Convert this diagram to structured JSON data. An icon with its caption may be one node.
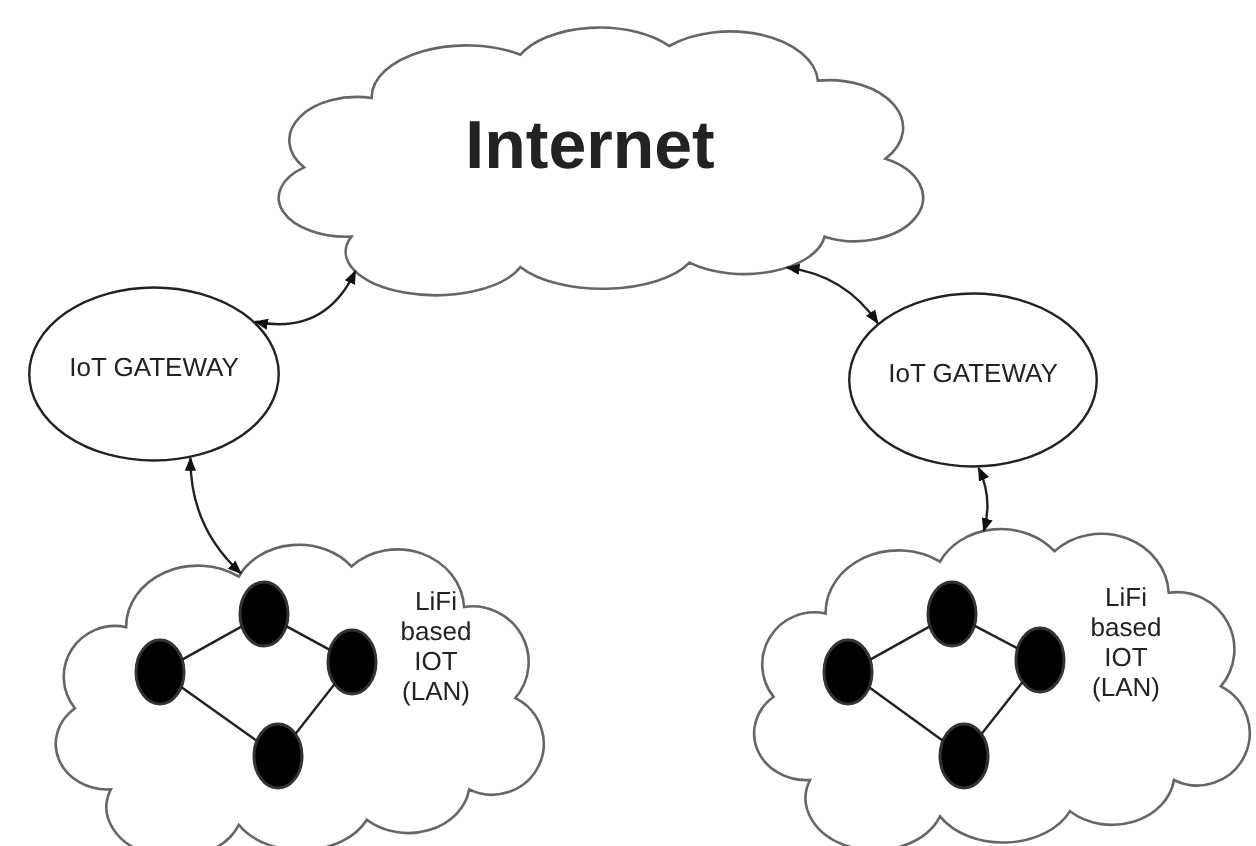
{
  "diagram": {
    "nodes": [
      {
        "text": [
          "Internet"
        ]
      },
      {
        "text": [
          "IoT GATEWAY"
        ]
      },
      {
        "text": [
          "IoT GATEWAY"
        ]
      },
      {
        "text": [
          "LiFi based IOT (LAN)"
        ]
      },
      {
        "text": [],
        "shape": "circle",
        "in": 3
      },
      {
        "text": [],
        "shape": "circle",
        "in": 3
      },
      {
        "text": [],
        "shape": "circle",
        "in": 3
      },
      {
        "text": [],
        "shape": "circle",
        "in": 3
      },
      {
        "text": [
          "LiFi based IOT (LAN)"
        ]
      },
      {
        "text": [],
        "shape": "circle",
        "in": 8
      },
      {
        "text": [],
        "shape": "circle",
        "in": 8
      },
      {
        "text": [],
        "shape": "circle",
        "in": 8
      },
      {
        "text": [],
        "shape": "circle",
        "in": 8
      }
    ],
    "edges": [
      {
        "from": 0,
        "to": 1,
        "arrow": "both"
      },
      {
        "from": 0,
        "to": 2,
        "arrow": "both"
      },
      {
        "from": 1,
        "to": 3,
        "arrow": "both"
      },
      {
        "from": 2,
        "to": 8,
        "arrow": "both"
      },
      {
        "from": 4,
        "to": 5,
        "arrow": "none"
      },
      {
        "from": 5,
        "to": 6,
        "arrow": "none"
      },
      {
        "from": 6,
        "to": 7,
        "arrow": "none"
      },
      {
        "from": 7,
        "to": 4,
        "arrow": "none"
      },
      {
        "from": 9,
        "to": 10,
        "arrow": "none"
      },
      {
        "from": 10,
        "to": 11,
        "arrow": "none"
      },
      {
        "from": 11,
        "to": 12,
        "arrow": "none"
      },
      {
        "from": 12,
        "to": 9,
        "arrow": "none"
      }
    ]
  }
}
